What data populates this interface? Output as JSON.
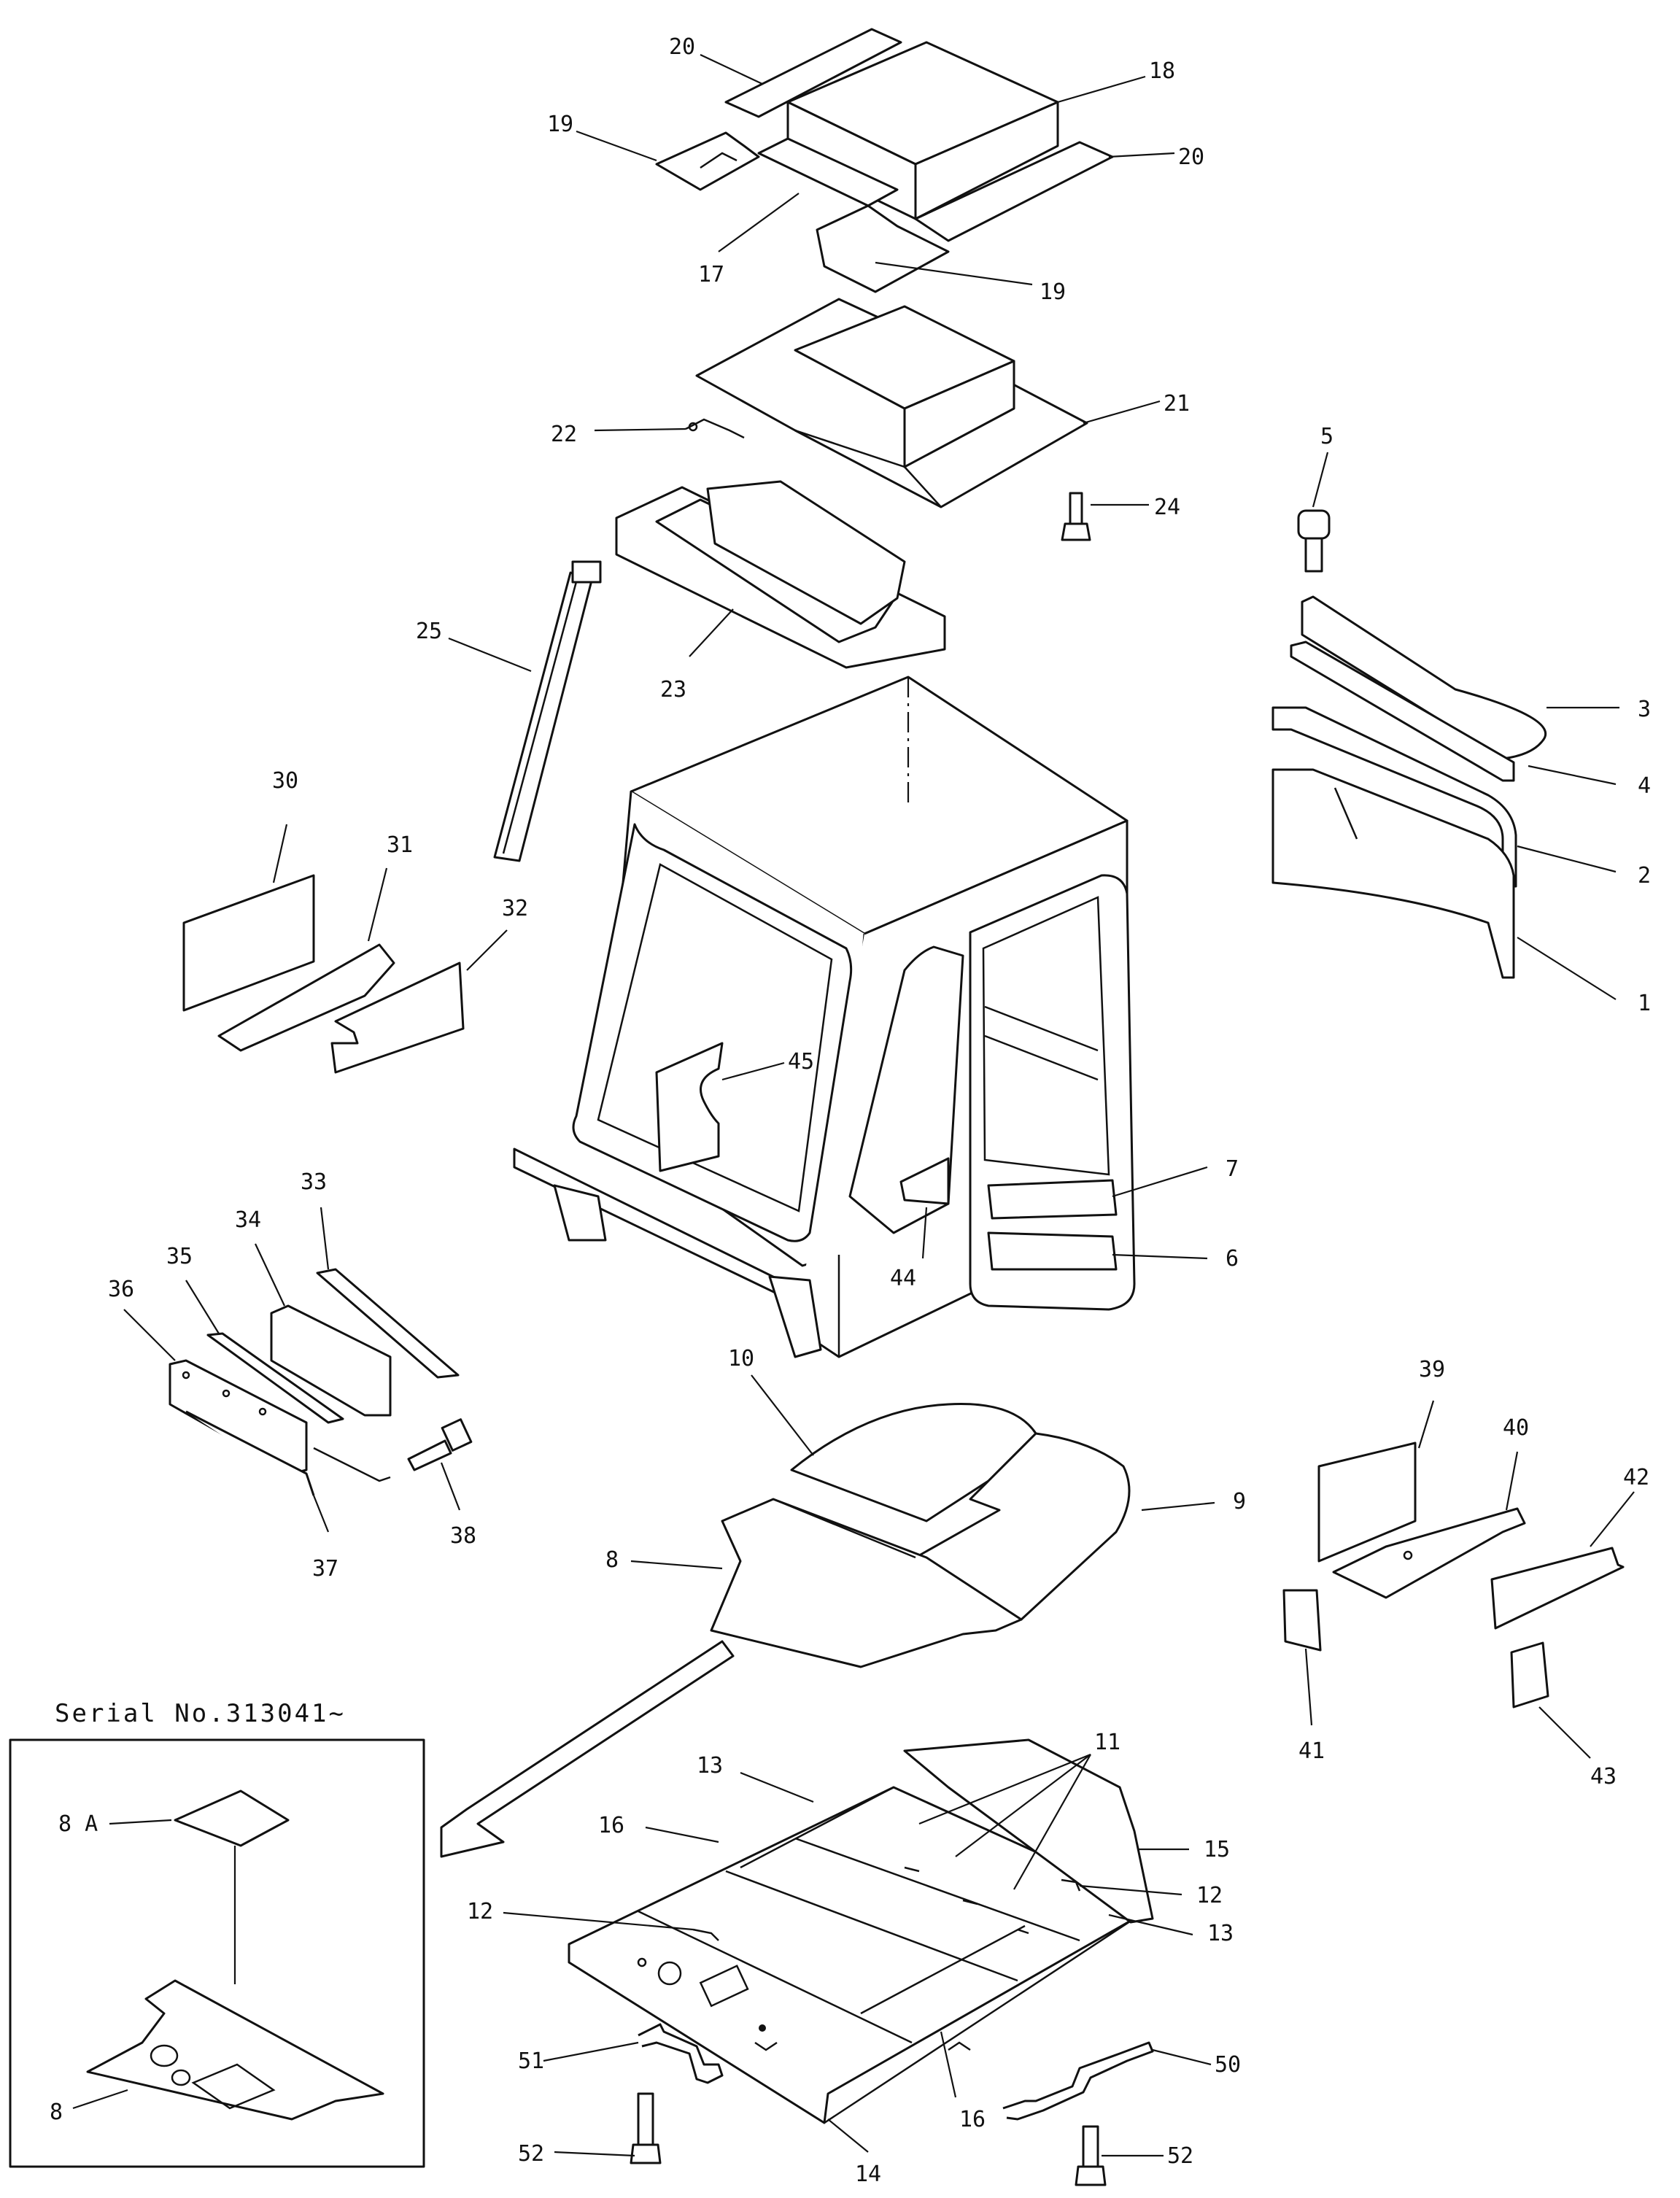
{
  "inset": {
    "title": "Serial  No.313041~"
  },
  "labels": {
    "l1": "1",
    "l2": "2",
    "l3": "3",
    "l4": "4",
    "l5": "5",
    "l6": "6",
    "l7": "7",
    "l8": "8",
    "l8b": "8",
    "l8A": "8 A",
    "l9": "9",
    "l10": "10",
    "l11": "11",
    "l12a": "12",
    "l12b": "12",
    "l13a": "13",
    "l13b": "13",
    "l14": "14",
    "l15": "15",
    "l16a": "16",
    "l16b": "16",
    "l17": "17",
    "l18": "18",
    "l19a": "19",
    "l19b": "19",
    "l20a": "20",
    "l20b": "20",
    "l21": "21",
    "l22": "22",
    "l23": "23",
    "l24": "24",
    "l25": "25",
    "l30": "30",
    "l31": "31",
    "l32": "32",
    "l33": "33",
    "l34": "34",
    "l35": "35",
    "l36": "36",
    "l37": "37",
    "l38": "38",
    "l39": "39",
    "l40": "40",
    "l41": "41",
    "l42": "42",
    "l43": "43",
    "l44": "44",
    "l45": "45",
    "l50": "50",
    "l51": "51",
    "l52a": "52",
    "l52b": "52"
  }
}
